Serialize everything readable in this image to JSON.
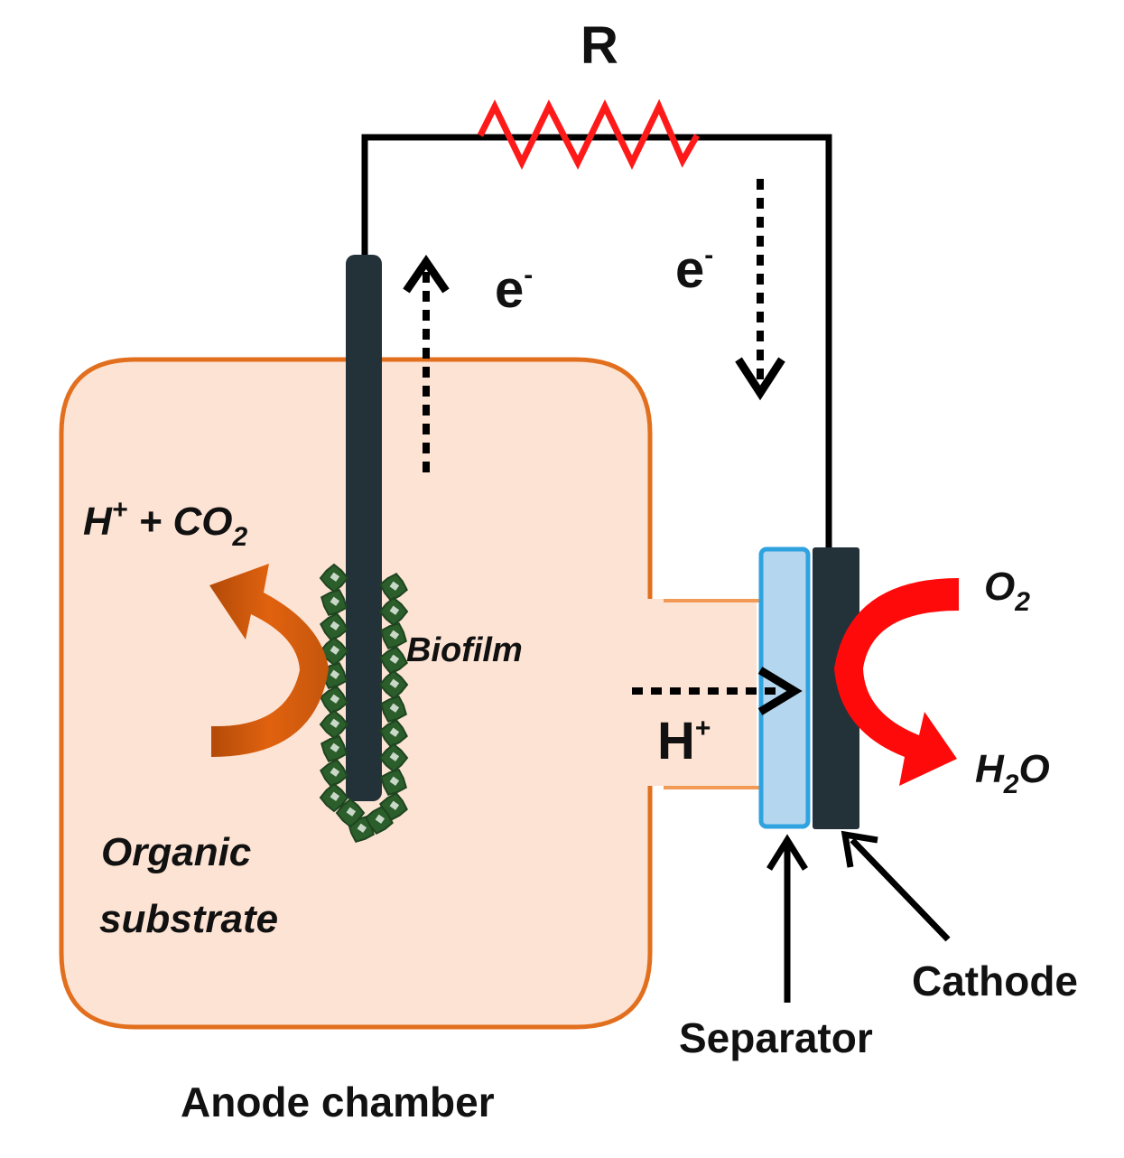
{
  "diagram": {
    "labels": {
      "resistor": "R",
      "electron_left": "e",
      "electron_right": "e",
      "electron_charge": "-",
      "proton_anode_h": "H",
      "proton_anode_plus": "+",
      "proton_anode_rest": " + CO",
      "proton_anode_sub": "2",
      "oxygen": "O",
      "oxygen_sub": "2",
      "biofilm": "Biofilm",
      "proton_transfer": "H",
      "proton_transfer_plus": "+",
      "water_h": "H",
      "water_sub": "2",
      "water_o": "O",
      "organic_line1": "Organic",
      "organic_line2": "substrate",
      "cathode": "Cathode",
      "separator": "Separator",
      "anode_chamber": "Anode chamber"
    },
    "colors": {
      "chamber_fill": "#fde3d3",
      "chamber_stroke": "#e26f1e",
      "electrode": "#233139",
      "resistor": "#ff1a1a",
      "biofilm_fill": "#2b5e2b",
      "biofilm_light": "#c9d8c9",
      "separator_fill": "#b4d6ef",
      "separator_stroke": "#2fa3e0",
      "anode_arrow": "#e0620f",
      "cathode_arrow": "#ff0a0a",
      "wire": "#000000"
    }
  }
}
